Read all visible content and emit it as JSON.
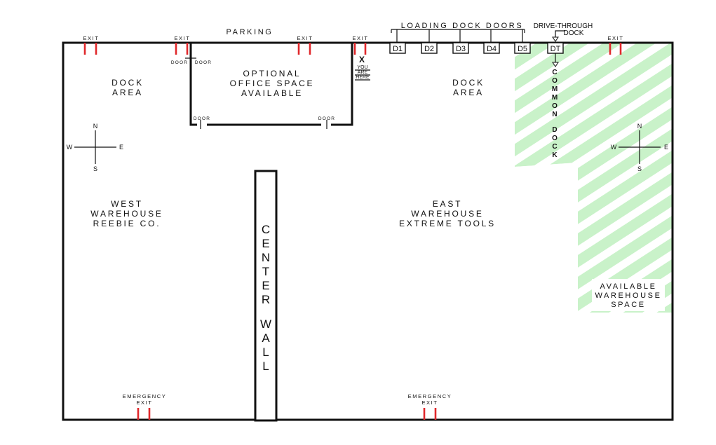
{
  "colors": {
    "wall": "#111111",
    "exit": "#e0282b",
    "available": "#c9f2c9"
  },
  "top_labels": {
    "parking": "PARKING",
    "exit_1": "EXIT",
    "exit_2": "EXIT",
    "exit_3": "EXIT",
    "exit_4": "EXIT",
    "exit_5": "EXIT",
    "loading_dock_doors": "LOADING DOCK DOORS",
    "drive_through_1": "DRIVE-THROUGH",
    "drive_through_2": "DOCK"
  },
  "dock_doors": [
    "D1",
    "D2",
    "D3",
    "D4",
    "D5"
  ],
  "drive_through_door": "DT",
  "office": {
    "line1": "OPTIONAL",
    "line2": "OFFICE SPACE",
    "line3": "AVAILABLE",
    "door_top_left": "DOOR",
    "door_top_right": "DOOR",
    "door_bottom_left": "DOOR",
    "door_bottom_right": "DOOR"
  },
  "you_are_here": {
    "mark": "X",
    "line1": "YOU",
    "line2": "ARE",
    "line3": "HERE"
  },
  "west_dock": {
    "line1": "DOCK",
    "line2": "AREA"
  },
  "east_dock": {
    "line1": "DOCK",
    "line2": "AREA"
  },
  "common_dock_letters": [
    "C",
    "O",
    "M",
    "M",
    "O",
    "N",
    "",
    "D",
    "O",
    "C",
    "K"
  ],
  "compass_west": {
    "n": "N",
    "s": "S",
    "e": "E",
    "w": "W"
  },
  "compass_east": {
    "n": "N",
    "s": "S",
    "e": "E",
    "w": "W"
  },
  "west_warehouse": {
    "line1": "WEST",
    "line2": "WAREHOUSE",
    "line3": "REEBIE CO."
  },
  "east_warehouse": {
    "line1": "EAST",
    "line2": "WAREHOUSE",
    "line3": "EXTREME TOOLS"
  },
  "center_wall_letters": [
    "C",
    "E",
    "N",
    "T",
    "E",
    "R",
    "",
    "W",
    "A",
    "L",
    "L"
  ],
  "available_space": {
    "line1": "AVAILABLE",
    "line2": "WAREHOUSE",
    "line3": "SPACE"
  },
  "emergency_west": {
    "line1": "EMERGENCY",
    "line2": "EXIT"
  },
  "emergency_east": {
    "line1": "EMERGENCY",
    "line2": "EXIT"
  }
}
